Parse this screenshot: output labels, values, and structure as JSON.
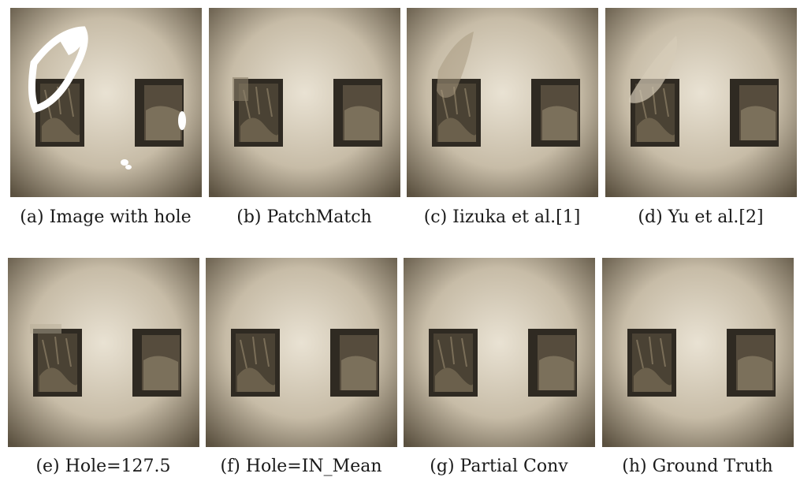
{
  "figure": {
    "rows": [
      {
        "panels": [
          {
            "id": "a",
            "caption": "(a) Image with hole",
            "variant": "hole"
          },
          {
            "id": "b",
            "caption": "(b) PatchMatch",
            "variant": "patchmatch"
          },
          {
            "id": "c",
            "caption": "(c) Iizuka et al.[1]",
            "variant": "iizuka"
          },
          {
            "id": "d",
            "caption": "(d) Yu et al.[2]",
            "variant": "yu"
          }
        ]
      },
      {
        "panels": [
          {
            "id": "e",
            "caption": "(e) Hole=127.5",
            "variant": "hole127"
          },
          {
            "id": "f",
            "caption": "(f) Hole=IN_Mean",
            "variant": "inmean"
          },
          {
            "id": "g",
            "caption": "(g) Partial Conv",
            "variant": "partial"
          },
          {
            "id": "h",
            "caption": "(h) Ground Truth",
            "variant": "gt"
          }
        ]
      }
    ],
    "colors": {
      "wall_light": "#e9e2d3",
      "wall_mid": "#c7bca7",
      "vignette_dark": "#5b5140",
      "frame_dark": "#2f2a22",
      "hole_white": "#ffffff"
    }
  }
}
